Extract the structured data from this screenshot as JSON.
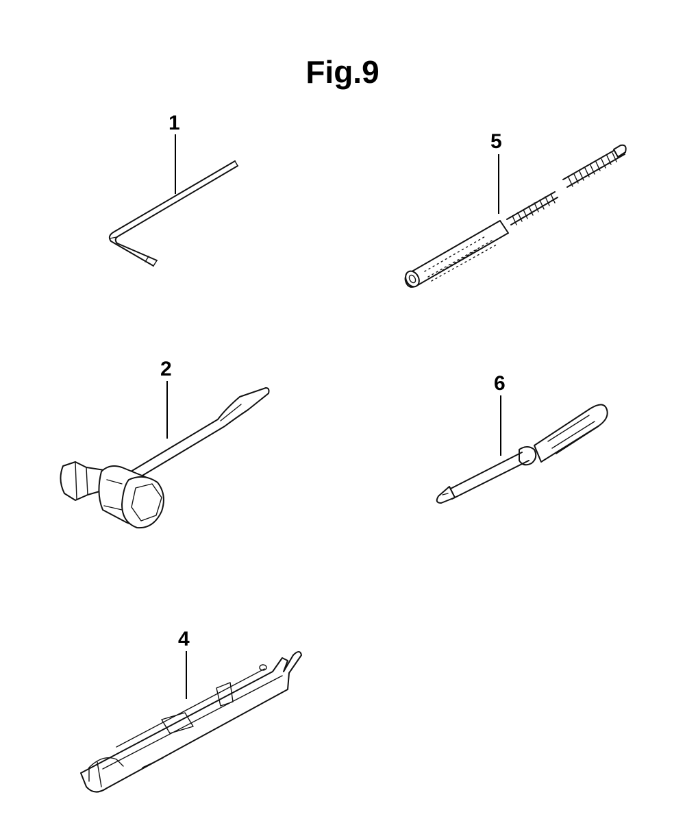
{
  "figure": {
    "title": "Fig.9"
  },
  "callouts": {
    "c1": "1",
    "c5": "5",
    "c2": "2",
    "c6": "6",
    "c4": "4"
  },
  "parts": [
    {
      "ref": "1",
      "icon": "hex-key-icon"
    },
    {
      "ref": "5",
      "icon": "threaded-rod-icon"
    },
    {
      "ref": "2",
      "icon": "plug-wrench-icon"
    },
    {
      "ref": "6",
      "icon": "screwdriver-icon"
    },
    {
      "ref": "4",
      "icon": "file-holder-icon"
    }
  ]
}
